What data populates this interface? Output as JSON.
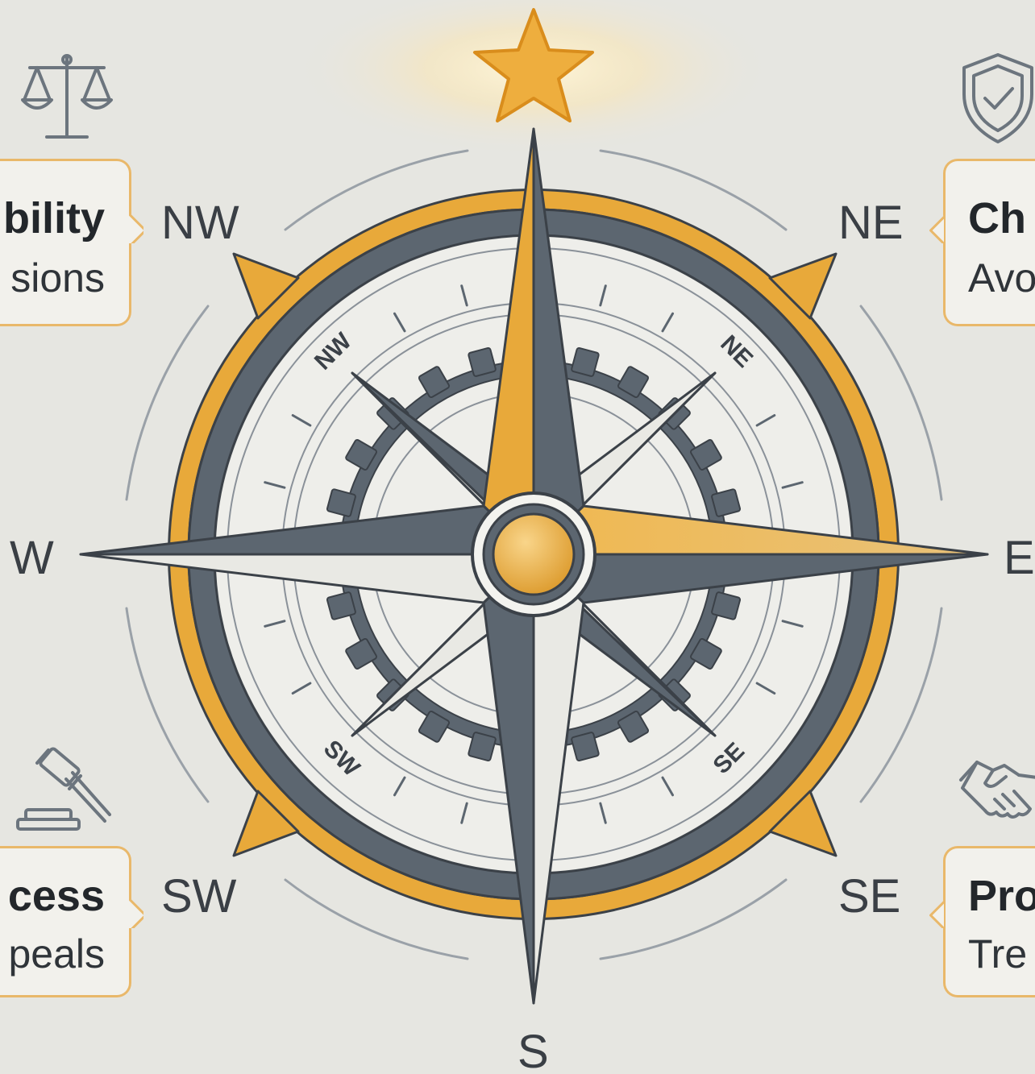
{
  "compass": {
    "outer_labels": {
      "nw": "NW",
      "ne": "NE",
      "w": "W",
      "e": "E",
      "sw": "SW",
      "se": "SE",
      "s": "S"
    },
    "inner_labels": {
      "nw": "NW",
      "ne": "NE",
      "sw": "SW",
      "se": "SE"
    }
  },
  "boxes": {
    "top_left": {
      "title": "bility",
      "subtitle": "sions",
      "icon": "scales-icon"
    },
    "top_right": {
      "title": "Ch",
      "subtitle": "Avo",
      "icon": "shield-check-icon"
    },
    "bottom_left": {
      "title": "cess",
      "subtitle": "peals",
      "icon": "gavel-icon"
    },
    "bottom_right": {
      "title": "Pro",
      "subtitle": "Tre",
      "icon": "handshake-icon"
    }
  },
  "colors": {
    "gold": "#e8a93a",
    "slate": "#5c6670",
    "background": "#e6e6e1",
    "box_border": "#e9b86a"
  }
}
